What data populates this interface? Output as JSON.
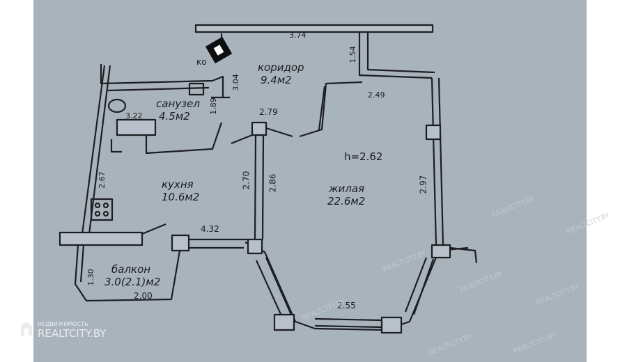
{
  "rooms": {
    "corridor": {
      "name": "коридор",
      "area": "9.4м2"
    },
    "bathroom": {
      "name": "санузел",
      "area": "4.5м2"
    },
    "kitchen": {
      "name": "кухня",
      "area": "10.6м2"
    },
    "living": {
      "name": "жилая",
      "area": "22.6м2",
      "height": "h=2.62"
    },
    "balcony": {
      "name": "балкон",
      "area": "3.0(2.1)м2"
    }
  },
  "dimensions": {
    "top": "3.74",
    "corridor_side": "1.54",
    "corridor_inner": "3.04",
    "bath_width": "3.22",
    "bath_height": "1.89",
    "wall_279": "2.79",
    "living_top": "2.49",
    "kitchen_side": "2.67",
    "kitchen_inner": "2.70",
    "living_left": "2.86",
    "living_right": "2.97",
    "kitchen_bottom": "4.32",
    "balcony_side": "1.30",
    "balcony_bottom": "2.00",
    "bay_bottom": "2.55"
  },
  "cut_label": "ко",
  "watermark": {
    "small": "НЕДВИЖИМОСТЬ",
    "big": "REALTCITY.BY",
    "repeat": "REALTCITY.BY"
  }
}
